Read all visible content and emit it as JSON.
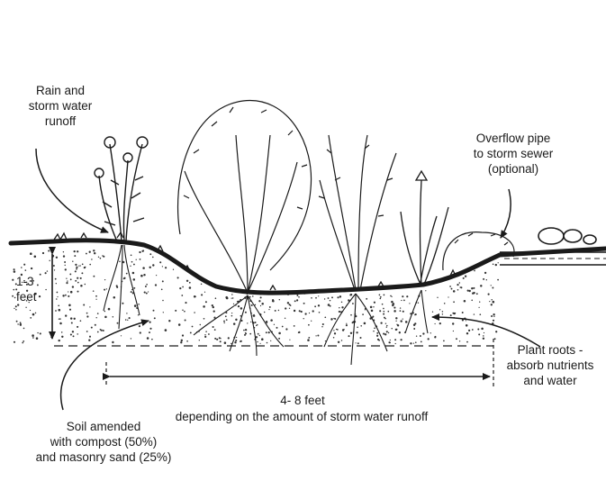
{
  "labels": {
    "rain_runoff": "Rain and\nstorm water\nrunoff",
    "overflow_pipe": "Overflow pipe\nto storm sewer\n(optional)",
    "depth": "1-3\nfeet",
    "roots": "Plant roots -\nabsorb nutrients\nand water",
    "width": "4- 8 feet",
    "width_note": "depending on the amount of storm water runoff",
    "soil": "Soil amended\nwith compost (50%)\nand masonry sand (25%)"
  },
  "colors": {
    "ink": "#1a1a1a",
    "background": "#ffffff"
  }
}
